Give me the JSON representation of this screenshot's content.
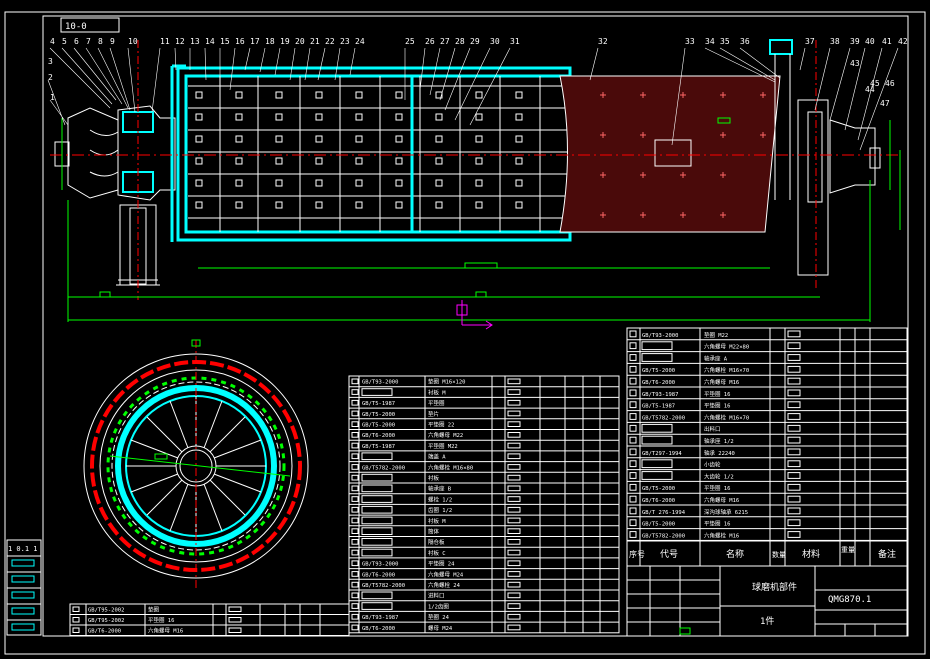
{
  "title_tag": "10-0",
  "balloons": [
    "1",
    "2",
    "3",
    "4",
    "5",
    "6",
    "7",
    "8",
    "9",
    "10",
    "11",
    "12",
    "13",
    "14",
    "15",
    "16",
    "17",
    "18",
    "19",
    "20",
    "21",
    "22",
    "23",
    "24",
    "25",
    "26",
    "27",
    "28",
    "29",
    "30",
    "31",
    "32",
    "33",
    "34",
    "35",
    "36",
    "37",
    "38",
    "39",
    "40",
    "41",
    "42",
    "43",
    "44",
    "45",
    "46",
    "47"
  ],
  "bom_left": [
    {
      "code": "GB/T93-2000",
      "name": "垫圈 M16×120"
    },
    {
      "code": "",
      "name": "衬板 M"
    },
    {
      "code": "GB/T5-1987",
      "name": "平垫圈"
    },
    {
      "code": "GB/T5-2000",
      "name": "垫片"
    },
    {
      "code": "GB/T5-2000",
      "name": "平垫圈 22"
    },
    {
      "code": "GB/T6-2000",
      "name": "六角螺母 M22"
    },
    {
      "code": "GB/T5-1987",
      "name": "平垫圈 M22"
    },
    {
      "code": "",
      "name": "端盖 A"
    },
    {
      "code": "GB/T5782-2000",
      "name": "六角螺栓 M16×80"
    },
    {
      "code": "",
      "name": "衬板"
    },
    {
      "code": "",
      "name": "轴承座 B"
    },
    {
      "code": "",
      "name": "螺栓 1/2"
    },
    {
      "code": "",
      "name": "齿圈 1/2"
    },
    {
      "code": "",
      "name": "衬板 M"
    },
    {
      "code": "",
      "name": "筒体"
    },
    {
      "code": "",
      "name": "隔仓板"
    },
    {
      "code": "",
      "name": "衬板 C"
    },
    {
      "code": "GB/T93-2000",
      "name": "平垫圈 24"
    },
    {
      "code": "GB/T6-2000",
      "name": "六角螺母 M24"
    },
    {
      "code": "GB/T5782-2000",
      "name": "六角螺栓 24"
    },
    {
      "code": "",
      "name": "进料口"
    },
    {
      "code": "",
      "name": "1/2齿圈"
    },
    {
      "code": "GB/T93-1987",
      "name": "垫圈 24"
    },
    {
      "code": "GB/T6-2000",
      "name": "螺母 M24"
    }
  ],
  "bom_right": [
    {
      "code": "GB/T93-2000",
      "name": "垫圈 M22"
    },
    {
      "code": "",
      "name": "六角螺母 M22×80"
    },
    {
      "code": "",
      "name": "轴承座 A"
    },
    {
      "code": "GB/T5-2000",
      "name": "六角螺栓 M16×70"
    },
    {
      "code": "GB/T6-2000",
      "name": "六角螺母 M16"
    },
    {
      "code": "GB/T93-1987",
      "name": "平垫圈 16"
    },
    {
      "code": "GB/T5-1987",
      "name": "平垫圈 16"
    },
    {
      "code": "GB/T5782-2000",
      "name": "六角螺栓 M16×70"
    },
    {
      "code": "",
      "name": "出料口"
    },
    {
      "code": "",
      "name": "轴承座 1/2"
    },
    {
      "code": "GB/T297-1994",
      "name": "轴承 22240"
    },
    {
      "code": "",
      "name": "小齿轮"
    },
    {
      "code": "",
      "name": "大齿轮 1/2"
    },
    {
      "code": "GB/T5-2000",
      "name": "平垫圈 16"
    },
    {
      "code": "GB/T6-2000",
      "name": "六角螺母 M16"
    },
    {
      "code": "GB/T 276-1994",
      "name": "深沟球轴承 6215"
    },
    {
      "code": "GB/T5-2000",
      "name": "平垫圈 16"
    },
    {
      "code": "GB/T5782-2000",
      "name": "六角螺栓 M16"
    }
  ],
  "bom_bottom": [
    {
      "code": "GB/T95-2002",
      "name": "垫圈"
    },
    {
      "code": "GB/T95-2002",
      "name": "平垫圈 16"
    },
    {
      "code": "GB/T6-2000",
      "name": "六角螺母 M16"
    }
  ],
  "header": {
    "seq": "序号",
    "code": "代号",
    "name": "名称",
    "qty": "数量",
    "material": "材料",
    "weight": "重量",
    "note": "备注"
  },
  "title_block": {
    "drawing_no": "QMG870.1",
    "title": "球磨机部件",
    "sheet": "1件"
  },
  "left_strip": "1 0.1 1"
}
